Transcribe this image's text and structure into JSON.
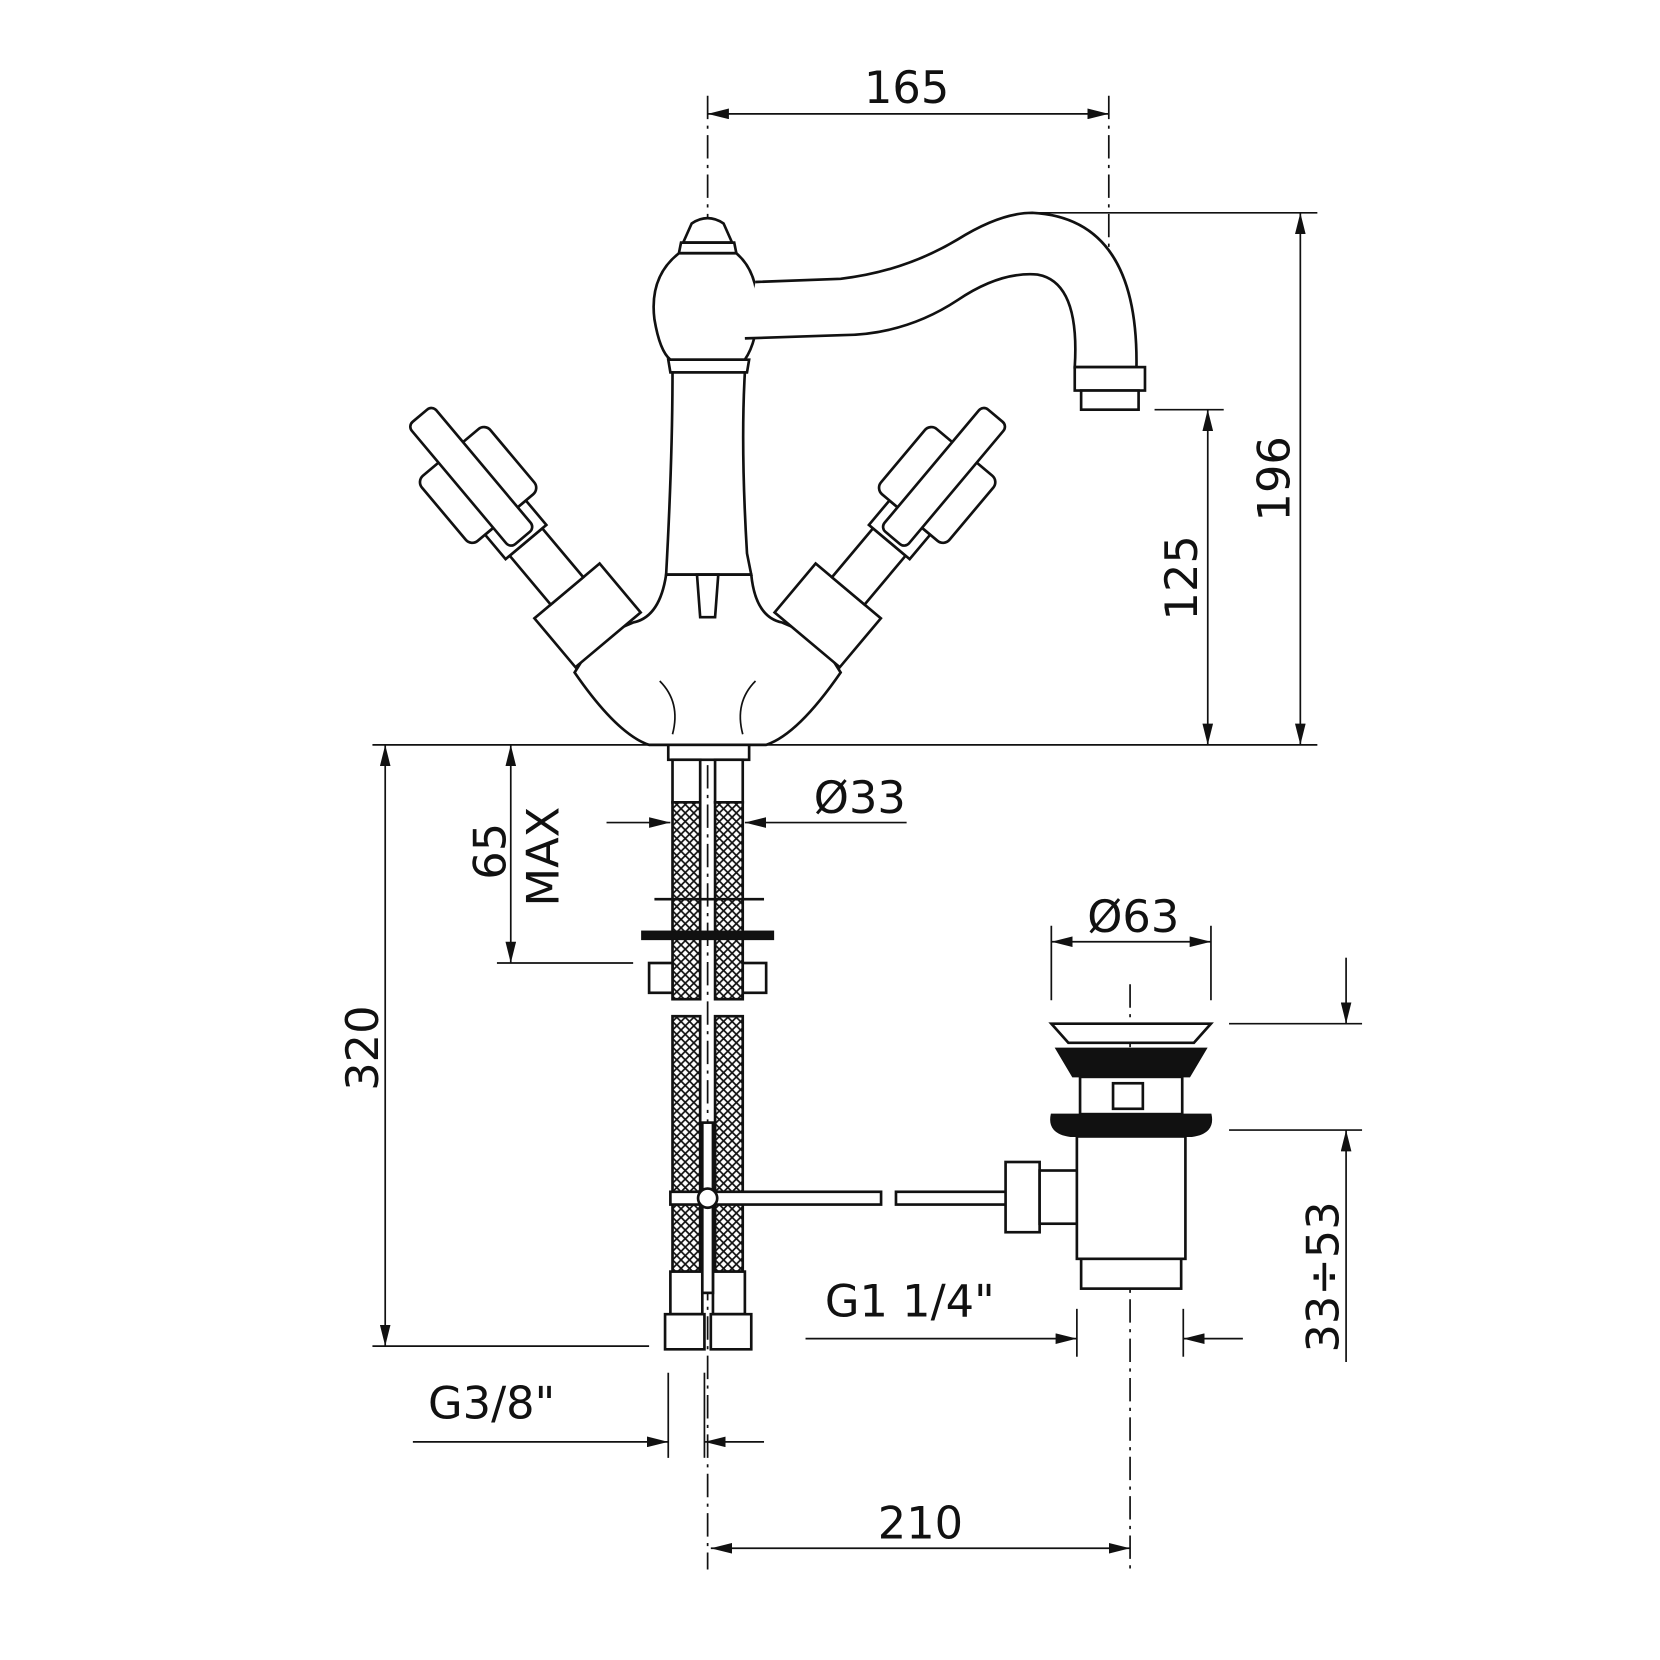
{
  "dimensions": {
    "spout_reach": "165",
    "total_height": "196",
    "spout_height": "125",
    "hole_diameter": "Ø33",
    "max_thickness": "65",
    "max_label": "MAX",
    "hose_length": "320",
    "waste_diameter": "Ø63",
    "waste_range": "33÷53",
    "waste_thread": "G1  1/4\"",
    "hose_thread": "G3/8\"",
    "waste_distance": "210"
  }
}
